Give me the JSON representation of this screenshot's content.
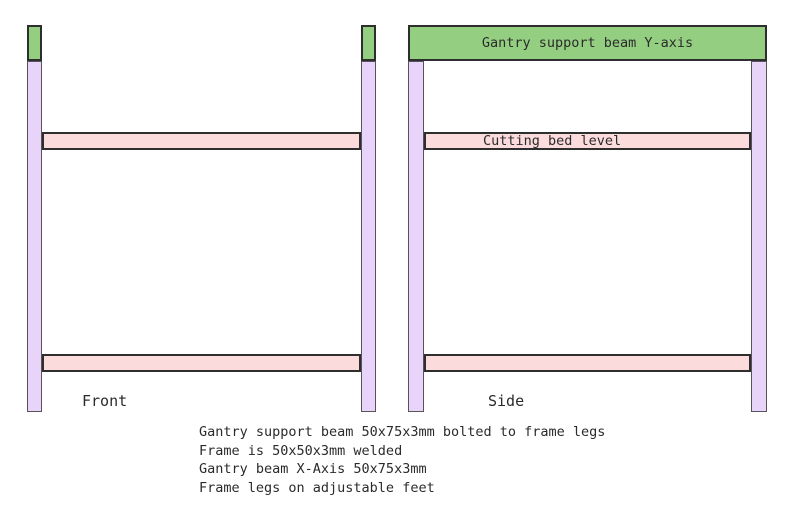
{
  "diagram": {
    "front_view": {
      "label": "Front"
    },
    "side_view": {
      "label": "Side",
      "gantry_beam_label": "Gantry support beam Y-axis",
      "cutting_bed_label": "Cutting bed level"
    },
    "notes": [
      "Gantry support beam 50x75x3mm bolted to frame legs",
      "Frame is 50x50x3mm welded",
      "Gantry beam X-Axis 50x75x3mm",
      "Frame legs on adjustable feet"
    ],
    "colors": {
      "beam_green": "#94cf81",
      "leg_purple": "#e7d4f8",
      "bed_pink": "#fbdbdb",
      "outline_dark": "#2e2e2e",
      "outline_leg": "#57525c",
      "text": "#2b2b2b"
    }
  }
}
